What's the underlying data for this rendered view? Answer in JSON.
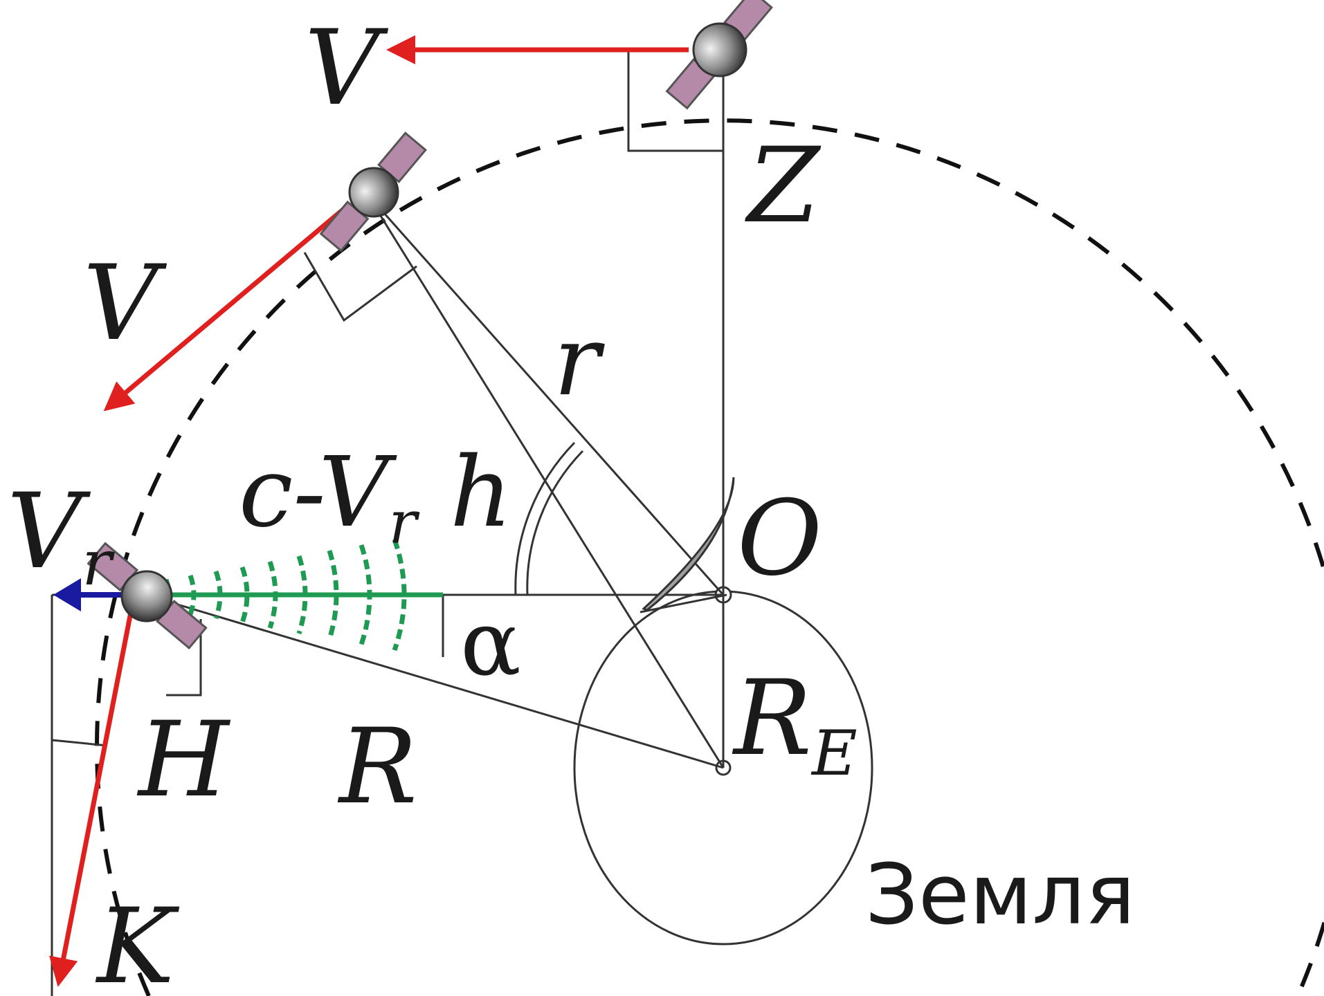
{
  "labels": {
    "v_top": "V",
    "v_mid": "V",
    "v_r": "V",
    "v_r_sub": "r",
    "c_minus_vr": "c-V",
    "c_minus_vr_sub": "r",
    "z": "Z",
    "r_small": "r",
    "h_small": "h",
    "o": "O",
    "alpha": "α",
    "r_e": "R",
    "r_e_sub": "E",
    "h_cap": "H",
    "r_cap": "R",
    "k": "K",
    "earth": "Земля"
  },
  "colors": {
    "velocity": "#e0201e",
    "radial_velocity": "#1a1aa0",
    "signal": "#1f9a52",
    "satellite_body": "#8a8a8a",
    "solar_panel": "#b48aa8",
    "antenna": "#9a9a9a"
  },
  "icons": [
    "satellite-icon",
    "antenna-dish-icon"
  ]
}
